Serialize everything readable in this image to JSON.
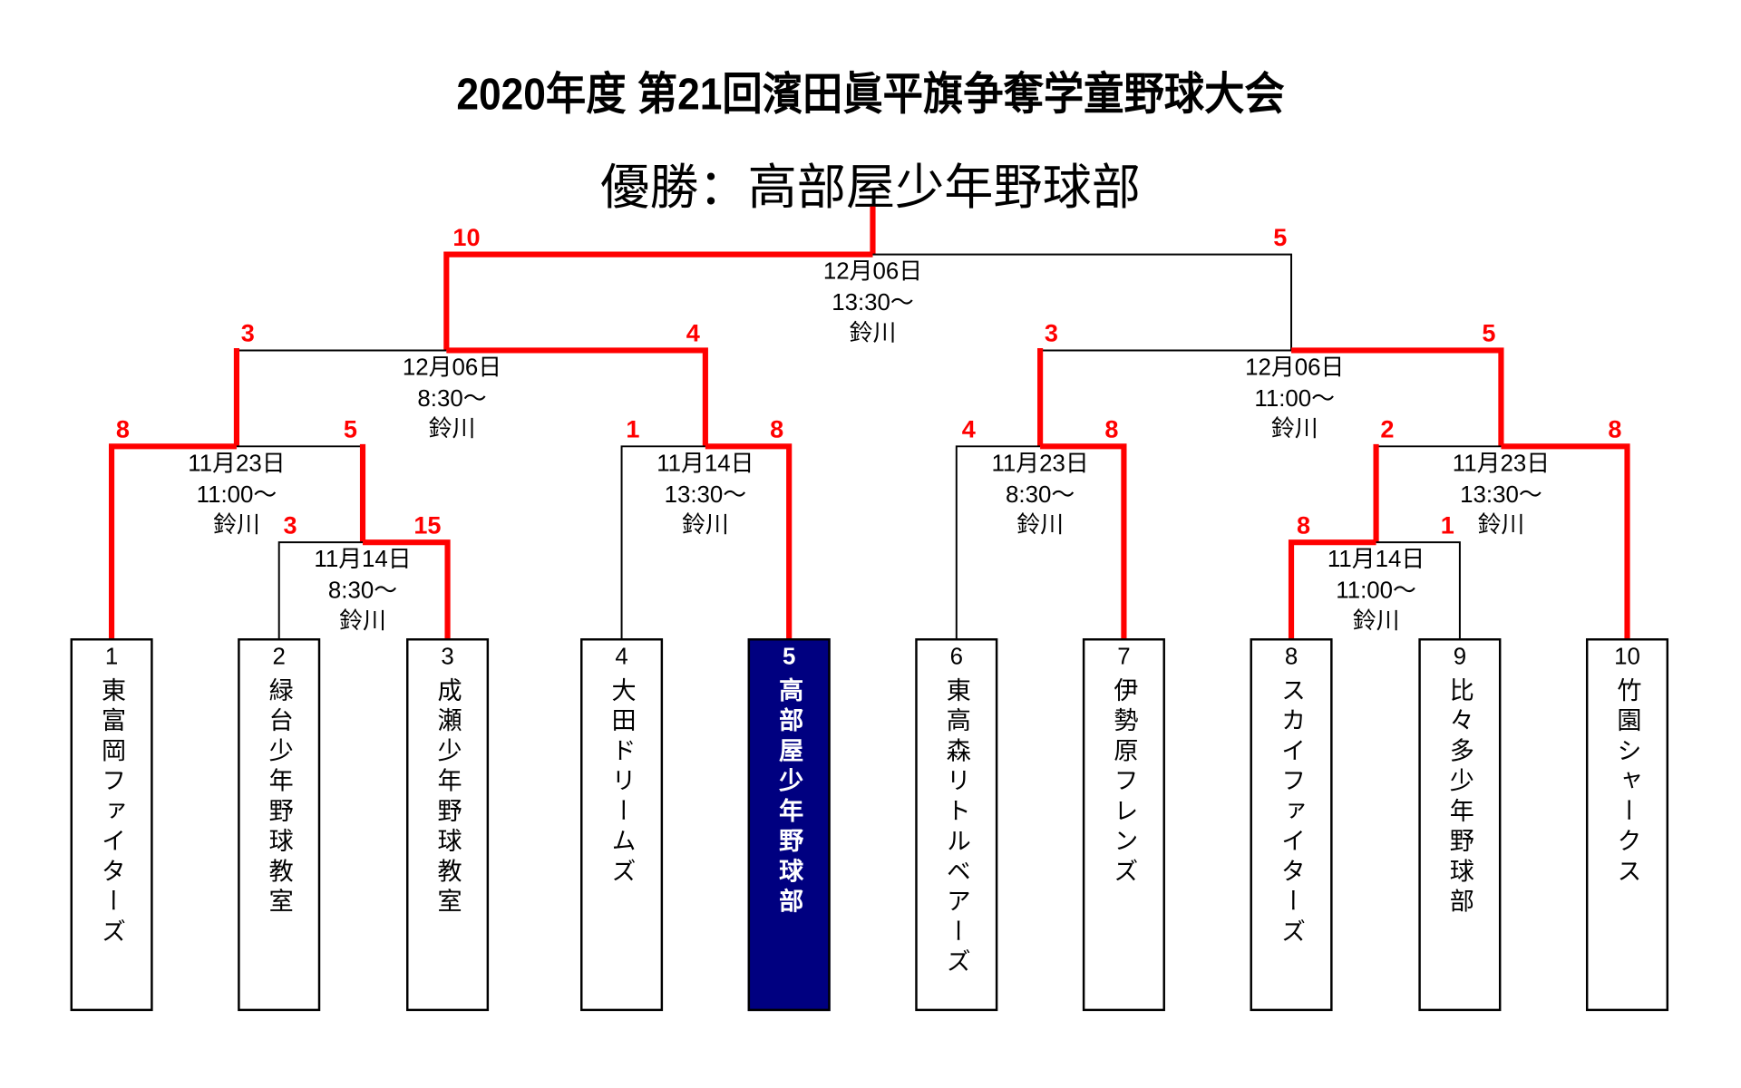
{
  "title": "2020年度 第21回濱田眞平旗争奪学童野球大会",
  "winner": "優勝：高部屋少年野球部",
  "colors": {
    "win_line": "#ff0000",
    "lose_line": "#000000",
    "champion_box": "#000080"
  },
  "teams": [
    {
      "num": "1",
      "name": "東富岡ファイターズ"
    },
    {
      "num": "2",
      "name": "緑台少年野球教室"
    },
    {
      "num": "3",
      "name": "成瀬少年野球教室"
    },
    {
      "num": "4",
      "name": "大田ドリームズ"
    },
    {
      "num": "5",
      "name": "高部屋少年野球部"
    },
    {
      "num": "6",
      "name": "東高森リトルベアーズ"
    },
    {
      "num": "7",
      "name": "伊勢原フレンズ"
    },
    {
      "num": "8",
      "name": "スカイファイターズ"
    },
    {
      "num": "9",
      "name": "比々多少年野球部"
    },
    {
      "num": "10",
      "name": "竹園シャークス"
    }
  ],
  "matches": {
    "final": {
      "date": "12月06日",
      "time": "13:30～",
      "venue": "鈴川",
      "score_left": "10",
      "score_right": "5"
    },
    "sf_left": {
      "date": "12月06日",
      "time": "8:30～",
      "venue": "鈴川",
      "score_left": "3",
      "score_right": "4"
    },
    "sf_right": {
      "date": "12月06日",
      "time": "11:00～",
      "venue": "鈴川",
      "score_left": "3",
      "score_right": "5"
    },
    "qf1": {
      "date": "11月23日",
      "time": "11:00～",
      "venue": "鈴川",
      "score_left": "8",
      "score_right": "5"
    },
    "r1a": {
      "date": "11月14日",
      "time": "8:30～",
      "venue": "鈴川",
      "score_left": "3",
      "score_right": "15"
    },
    "qf2": {
      "date": "11月14日",
      "time": "13:30～",
      "venue": "鈴川",
      "score_left": "1",
      "score_right": "8"
    },
    "qf3": {
      "date": "11月23日",
      "time": "8:30～",
      "venue": "鈴川",
      "score_left": "4",
      "score_right": "8"
    },
    "qf4": {
      "date": "11月23日",
      "time": "13:30～",
      "venue": "鈴川",
      "score_left": "2",
      "score_right": "8"
    },
    "r1b": {
      "date": "11月14日",
      "time": "11:00～",
      "venue": "鈴川",
      "score_left": "8",
      "score_right": "1"
    }
  }
}
